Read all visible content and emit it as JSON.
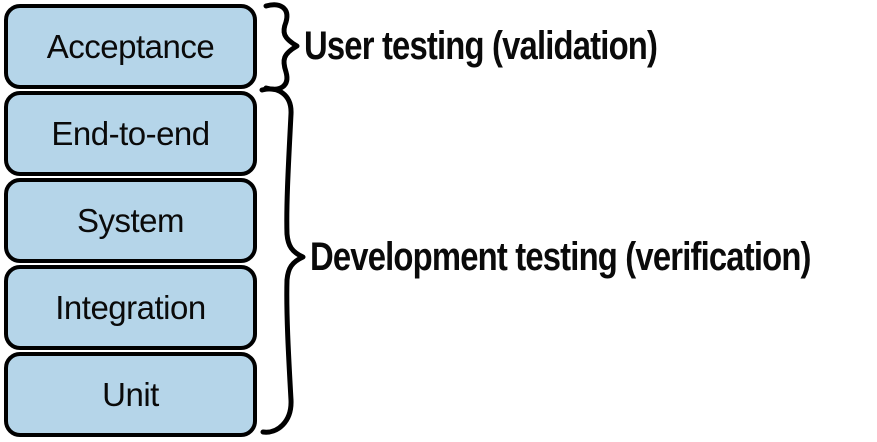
{
  "diagram": {
    "boxes": [
      "Acceptance",
      "End-to-end",
      "System",
      "Integration",
      "Unit"
    ],
    "groups": [
      {
        "label": "User testing (validation)",
        "covers": [
          "Acceptance"
        ]
      },
      {
        "label": "Development testing (verification)",
        "covers": [
          "End-to-end",
          "System",
          "Integration",
          "Unit"
        ]
      }
    ],
    "colors": {
      "box_fill": "#b5d5e9",
      "box_border": "#000000",
      "text": "#0a0a0a"
    }
  }
}
